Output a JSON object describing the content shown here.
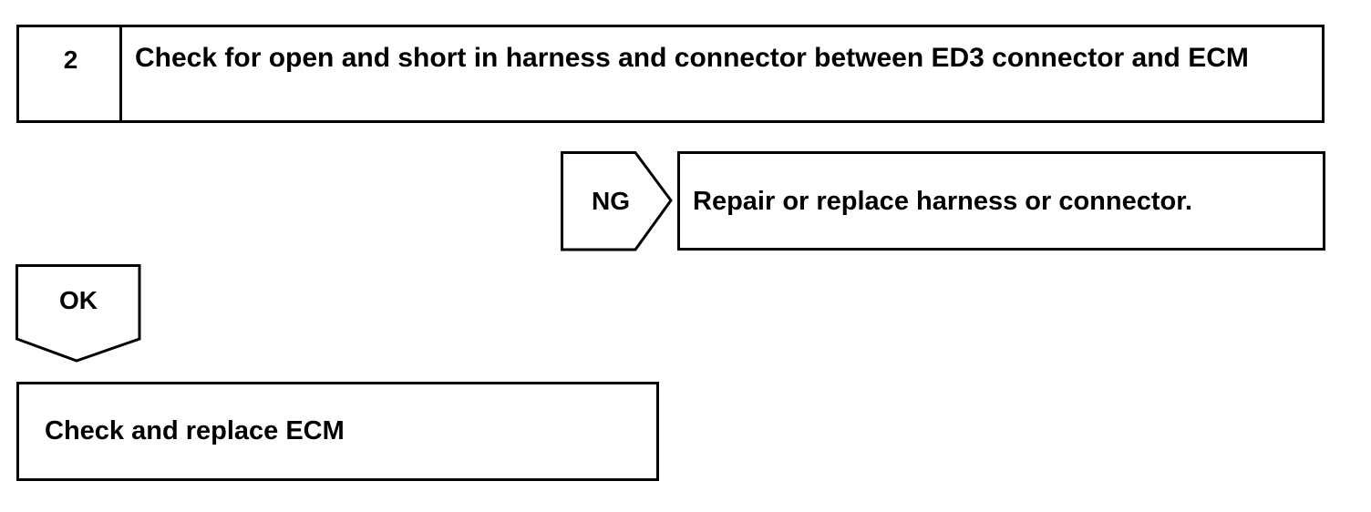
{
  "step": {
    "number": "2",
    "title": "Check for open and short in harness and connector between ED3 connector and ECM"
  },
  "ng_branch": {
    "label": "NG",
    "action": "Repair or replace harness or connector."
  },
  "ok_branch": {
    "label": "OK",
    "action": "Check and replace ECM"
  }
}
